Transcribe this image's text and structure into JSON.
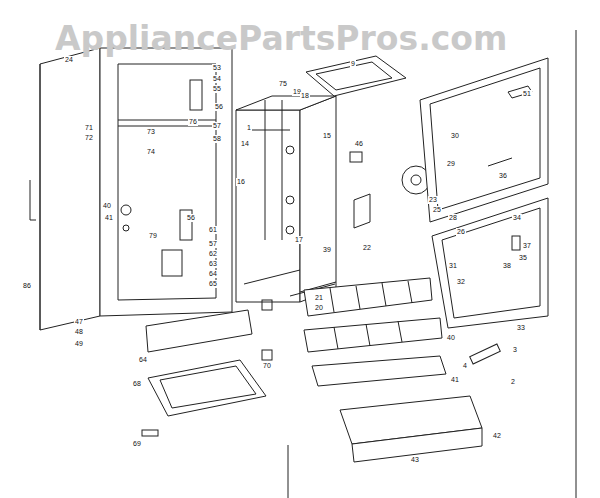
{
  "diagram": {
    "labels": [
      "AppliancePartsPros.com",
      "24",
      "53",
      "54",
      "55",
      "56",
      "57",
      "58",
      "71",
      "72",
      "73",
      "74",
      "76",
      "79",
      "40",
      "41",
      "86",
      "56",
      "61",
      "57",
      "62",
      "63",
      "64",
      "65",
      "47",
      "48",
      "49",
      "64",
      "68",
      "69",
      "70",
      "75",
      "19",
      "1",
      "14",
      "15",
      "16",
      "17",
      "18",
      "20",
      "21",
      "46",
      "39",
      "22",
      "9",
      "30",
      "51",
      "23",
      "25",
      "29",
      "28",
      "26",
      "34",
      "36",
      "37",
      "38",
      "31",
      "32",
      "33",
      "35",
      "40",
      "41",
      "42",
      "43",
      "3",
      "2",
      "4"
    ]
  }
}
